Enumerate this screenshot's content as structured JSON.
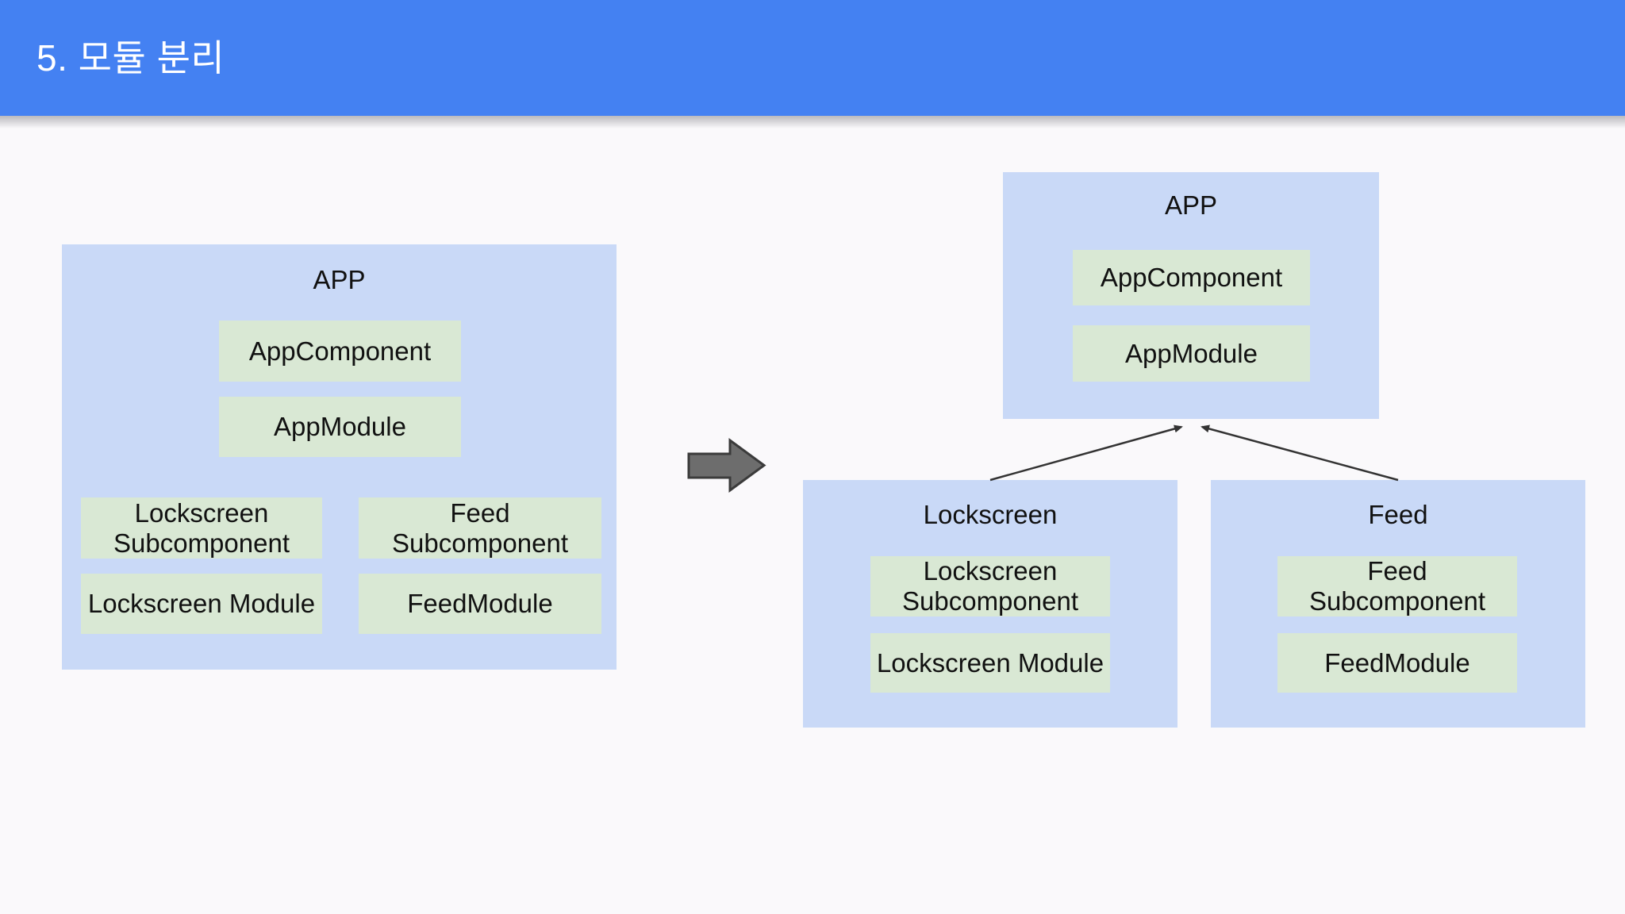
{
  "header": {
    "title": "5. 모듈 분리"
  },
  "colors": {
    "header_bg": "#4481f2",
    "page_bg": "#faf9fb",
    "container_bg": "#c9d9f7",
    "module_bg": "#d9e8d4",
    "text": "#111111",
    "title_text": "#ffffff",
    "transform_arrow_fill": "#6d6d6d",
    "transform_arrow_stroke": "#3b3b3b",
    "connector": "#333333"
  },
  "diagram": {
    "before": {
      "title": "APP",
      "modules": [
        "AppComponent",
        "AppModule",
        "Lockscreen Subcomponent",
        "Feed Subcomponent",
        "Lockscreen Module",
        "FeedModule"
      ]
    },
    "after": {
      "app": {
        "title": "APP",
        "modules": [
          "AppComponent",
          "AppModule"
        ]
      },
      "lockscreen": {
        "title": "Lockscreen",
        "modules": [
          "Lockscreen Subcomponent",
          "Lockscreen Module"
        ]
      },
      "feed": {
        "title": "Feed",
        "modules": [
          "Feed Subcomponent",
          "FeedModule"
        ]
      }
    },
    "connections": [
      {
        "from": "Lockscreen",
        "to": "APP"
      },
      {
        "from": "Feed",
        "to": "APP"
      }
    ]
  }
}
